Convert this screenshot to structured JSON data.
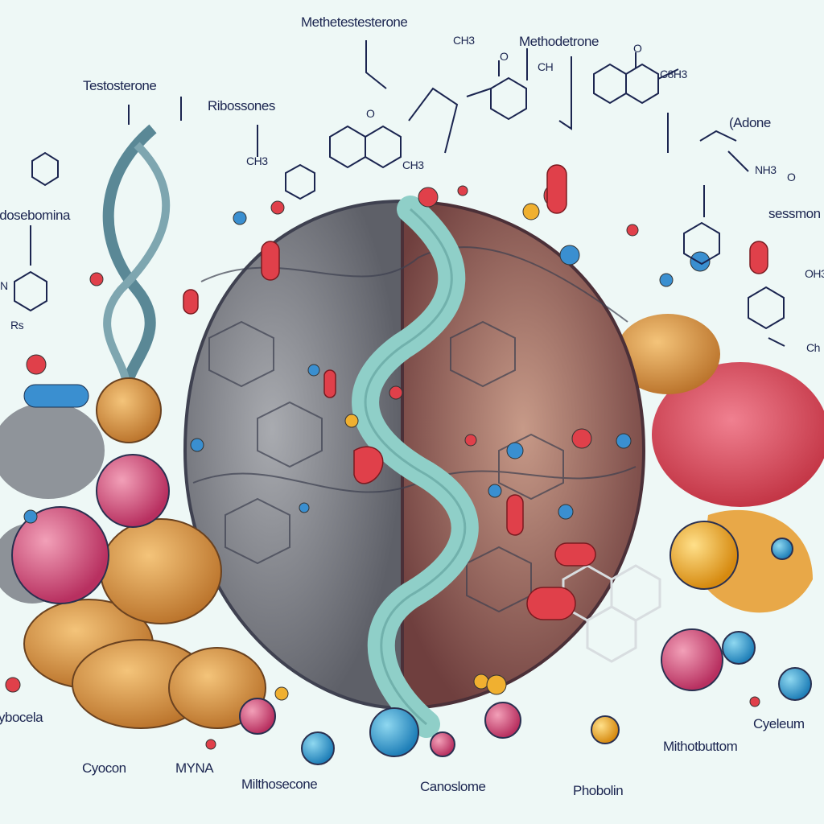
{
  "labels": {
    "methetestesterone": "Methetestesterone",
    "methodetrone": "Methodetrone",
    "testosterone": "Testosterone",
    "ribossones": "Ribossones",
    "adone": "(Adone",
    "sessmone": "sessmon",
    "idosebomina": "idosebomina",
    "ybocela": "ybocela",
    "cyocon": "Cyocon",
    "myna": "MYNA",
    "milthosecone": "Milthosecone",
    "canoslome": "Canoslome",
    "phobolin": "Phobolin",
    "mithotbuttom": "Mithotbuttom",
    "cyeleum": "Cyeleum"
  },
  "formula_labels": {
    "ch3_top": "CH3",
    "ch_top": "CH",
    "c8h3": "C8H3",
    "ch3_left": "CH3",
    "ch3_mid": "CH3",
    "nh3": "NH3",
    "oh3_right": "OH3",
    "ch_right": "Ch",
    "o_1": "O",
    "o_2": "O",
    "o_3": "O",
    "o_4": "O",
    "n_left": "N",
    "rs_left": "Rs"
  },
  "colors": {
    "background": "#eef8f6",
    "label_text": "#1b2550",
    "helix": "#8fcfc8",
    "globe_left": "#7d8087",
    "globe_right": "#8a5a55",
    "atom_red": "#e0404a",
    "atom_blue": "#3a8fd0",
    "atom_yellow": "#f0b030",
    "blob_orange": "#e0a050",
    "blob_red": "#e05060"
  }
}
